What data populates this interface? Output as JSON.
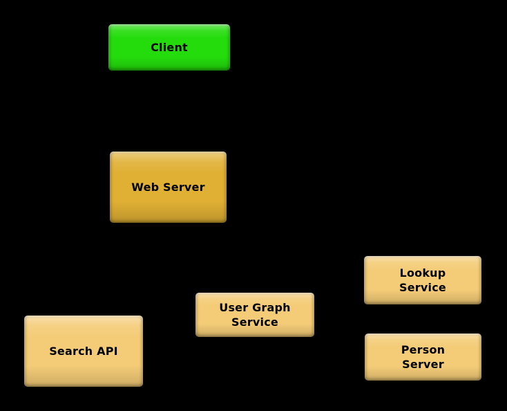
{
  "diagram": {
    "background_color": "#000000",
    "text_color": "#000000",
    "nodes": [
      {
        "id": "client",
        "label": "Client",
        "fill": "#24DC0C"
      },
      {
        "id": "web-server",
        "label": "Web Server",
        "fill": "#E0B034"
      },
      {
        "id": "search-api",
        "label": "Search API",
        "fill": "#F4CC77"
      },
      {
        "id": "user-graph-service",
        "label": "User Graph\nService",
        "fill": "#F4CC77"
      },
      {
        "id": "lookup-service",
        "label": "Lookup\nService",
        "fill": "#F4CC77"
      },
      {
        "id": "person-server",
        "label": "Person\nServer",
        "fill": "#F4CC77"
      }
    ]
  }
}
